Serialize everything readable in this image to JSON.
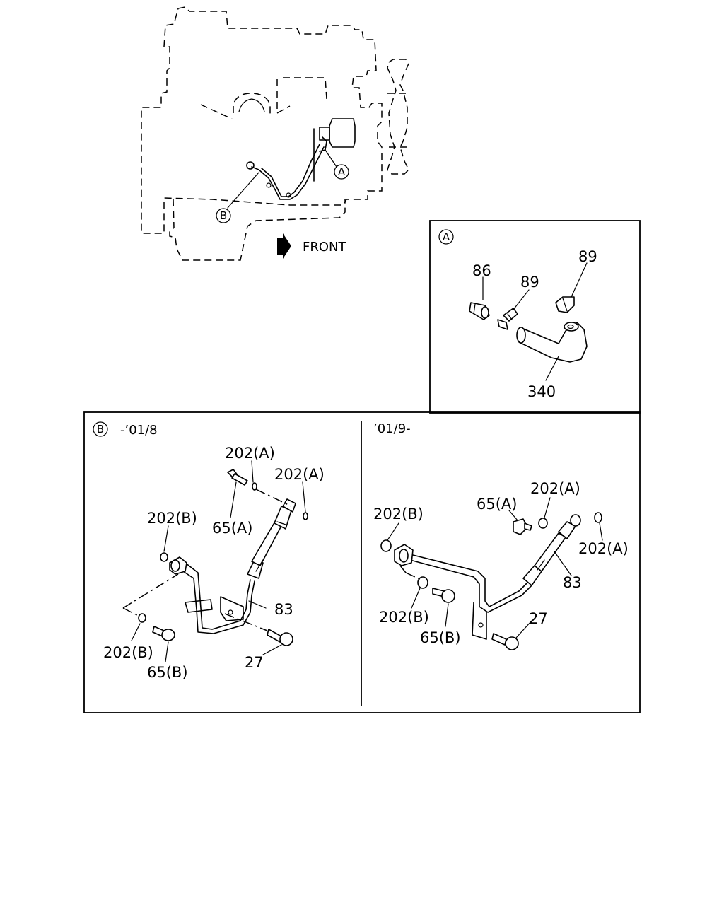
{
  "overview": {
    "front_label": "FRONT",
    "callout_a": "A",
    "callout_b": "B"
  },
  "detail_a": {
    "marker": "A",
    "labels": {
      "p86": "86",
      "p89_left": "89",
      "p89_right": "89",
      "p340": "340"
    }
  },
  "detail_b_early": {
    "marker": "B",
    "range": "-’01/8",
    "labels": {
      "p202a_top": "202(A)",
      "p202a_right": "202(A)",
      "p202b_top": "202(B)",
      "p65a": "65(A)",
      "p83": "83",
      "p202b_bottom": "202(B)",
      "p65b": "65(B)",
      "p27": "27"
    }
  },
  "detail_b_late": {
    "range": "’01/9-",
    "labels": {
      "p202b_top": "202(B)",
      "p65a": "65(A)",
      "p202a_top": "202(A)",
      "p202a_right": "202(A)",
      "p83": "83",
      "p202b_bottom": "202(B)",
      "p65b": "65(B)",
      "p27": "27"
    }
  }
}
